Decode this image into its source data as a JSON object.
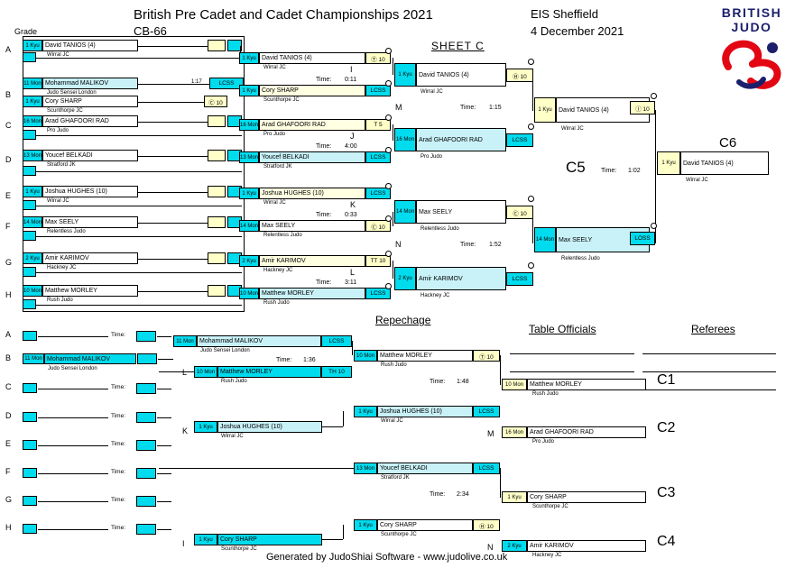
{
  "labels": {
    "time": "Time:"
  },
  "header": {
    "title": "British Pre Cadet and Cadet Championships 2021",
    "category": "CB-66",
    "venue": "EIS Sheffield",
    "date": "4 December 2021",
    "sheet_label": "SHEET C",
    "grade_label": "Grade"
  },
  "logo": {
    "line1": "BRITISH",
    "line2": "JUDO"
  },
  "colors": {
    "cyan_bright": "#00dcee",
    "cyan_light": "#c9f2f8",
    "yellow_light": "#ffffc8",
    "cream": "#ffffe2",
    "navy": "#1b1f6b",
    "red": "#e30613"
  },
  "letters": [
    "A",
    "B",
    "C",
    "D",
    "E",
    "F",
    "G",
    "H"
  ],
  "seed_players": [
    {
      "grade": "1 Kyu",
      "name": "David TANIOS (4)",
      "club": "Wirral JC"
    },
    {
      "grade": "11 Mon",
      "name": "Mohammad MALIKOV",
      "club": "Judo Sensei London"
    },
    {
      "grade": "1 Kyu",
      "name": "Cory SHARP",
      "club": "Scunthorpe JC"
    },
    {
      "grade": "16 Mon",
      "name": "Arad GHAFOORI RAD",
      "club": "Pro Judo"
    },
    {
      "grade": "13 Mon",
      "name": "Youcef BELKADI",
      "club": "Stratford JK"
    },
    {
      "grade": "1 Kyu",
      "name": "Joshua HUGHES (10)",
      "club": "Wirral JC"
    },
    {
      "grade": "14 Mon",
      "name": "Max SEELY",
      "club": "Relentless Judo"
    },
    {
      "grade": "2 Kyu",
      "name": "Amir KARIMOV",
      "club": "Hackney JC"
    },
    {
      "grade": "10 Mon",
      "name": "Matthew MORLEY",
      "club": "Rush Judo"
    }
  ],
  "prelim": {
    "time": "1:17",
    "loser_score": "LCSS",
    "winner_score": "Ⓒ 10"
  },
  "quarterfinals": [
    {
      "label": "I",
      "time": "0:11",
      "p1": {
        "grade": "1 Kyu",
        "name": "David TANIOS (4)",
        "club": "Wirral JC",
        "score": "Ⓣ 10"
      },
      "p2": {
        "grade": "1 Kyu",
        "name": "Cory SHARP",
        "club": "Scunthorpe JC",
        "score": "LCSS"
      }
    },
    {
      "label": "J",
      "time": "4:00",
      "p1": {
        "grade": "16 Mon",
        "name": "Arad GHAFOORI RAD",
        "club": "Pro Judo",
        "score": "T 5"
      },
      "p2": {
        "grade": "13 Mon",
        "name": "Youcef BELKADI",
        "club": "Stratford JK",
        "score": "LCSS"
      }
    },
    {
      "label": "K",
      "time": "0:33",
      "p1": {
        "grade": "1 Kyu",
        "name": "Joshua HUGHES (10)",
        "club": "Wirral JC",
        "score": "LCSS"
      },
      "p2": {
        "grade": "14 Mon",
        "name": "Max SEELY",
        "club": "Relentless Judo",
        "score": "Ⓒ 10"
      }
    },
    {
      "label": "L",
      "time": "3:11",
      "p1": {
        "grade": "2 Kyu",
        "name": "Amir KARIMOV",
        "club": "Hackney JC",
        "score": "TT 10"
      },
      "p2": {
        "grade": "10 Mon",
        "name": "Matthew MORLEY",
        "club": "Rush Judo",
        "score": "LCSS"
      }
    }
  ],
  "semifinals": [
    {
      "label": "M",
      "time": "1:15",
      "p1": {
        "grade": "1 Kyu",
        "name": "David TANIOS (4)",
        "club": "Wirral JC",
        "score": "Ⓗ 10"
      },
      "p2": {
        "grade": "16 Mon",
        "name": "Arad GHAFOORI RAD",
        "club": "Pro Judo",
        "score": "LCSS"
      }
    },
    {
      "label": "N",
      "time": "1:52",
      "p1": {
        "grade": "14 Mon",
        "name": "Max SEELY",
        "club": "Relentless Judo",
        "score": "Ⓒ 10"
      },
      "p2": {
        "grade": "2 Kyu",
        "name": "Amir KARIMOV",
        "club": "Hackney JC",
        "score": "LCSS"
      }
    }
  ],
  "final": {
    "label": "C5",
    "time": "1:02",
    "p1": {
      "grade": "1 Kyu",
      "name": "David TANIOS (4)",
      "club": "Wirral JC",
      "score": "Ⓘ 10"
    },
    "p2": {
      "grade": "14 Mon",
      "name": "Max SEELY",
      "club": "Relentless Judo",
      "score": "LOSS"
    },
    "winner_label": "C6",
    "winner": {
      "grade": "1 Kyu",
      "name": "David TANIOS (4)",
      "club": "Wirral JC"
    }
  },
  "repechage": {
    "title": "Repechage",
    "seed_b": {
      "grade": "11 Mon",
      "name": "Mohammad MALIKOV",
      "club": "Judo Sensei London"
    },
    "match1": {
      "label": "L",
      "time": "1:36",
      "p1": {
        "grade": "11 Mon",
        "name": "Mohammad MALIKOV",
        "club": "Judo Sensei London",
        "score": "LCSS"
      },
      "p2": {
        "grade": "10 Mon",
        "name": "Matthew MORLEY",
        "club": "Rush Judo",
        "score": "TH 10"
      }
    },
    "match2": {
      "time": "1:48",
      "p1": {
        "grade": "10 Mon",
        "name": "Matthew MORLEY",
        "club": "Rush Judo",
        "score": "Ⓣ 10"
      },
      "p2": {
        "grade": "1 Kyu",
        "name": "Joshua HUGHES (10)",
        "club": "Wirral JC",
        "score": "LCSS"
      }
    },
    "feed_k": {
      "label": "K",
      "grade": "1 Kyu",
      "name": "Joshua HUGHES (10)",
      "club": "Wirral JC"
    },
    "match3": {
      "time": "2:34",
      "p1": {
        "grade": "13 Mon",
        "name": "Youcef BELKADI",
        "club": "Stratford JK",
        "score": "LCSS"
      },
      "p2": {
        "grade": "1 Kyu",
        "name": "Cory SHARP",
        "club": "Scunthorpe JC",
        "score": "Ⓗ 10"
      }
    },
    "feed_i": {
      "label": "I",
      "grade": "1 Kyu",
      "name": "Cory SHARP",
      "club": "Scunthorpe JC"
    }
  },
  "placements": [
    {
      "label": "C1",
      "grade": "10 Mon",
      "name": "Matthew MORLEY",
      "club": "Rush Judo"
    },
    {
      "label": "C2",
      "match_label": "M",
      "grade": "16 Mon",
      "name": "Arad GHAFOORI RAD",
      "club": "Pro Judo"
    },
    {
      "label": "C3",
      "grade": "1 Kyu",
      "name": "Cory SHARP",
      "club": "Scunthorpe JC"
    },
    {
      "label": "C4",
      "match_label": "N",
      "grade": "2 Kyu",
      "name": "Amir KARIMOV",
      "club": "Hackney JC"
    }
  ],
  "officials": {
    "table_officials_label": "Table Officials",
    "referees_label": "Referees"
  },
  "footer": "Generated by JudoShiai Software - www.judolive.co.uk"
}
